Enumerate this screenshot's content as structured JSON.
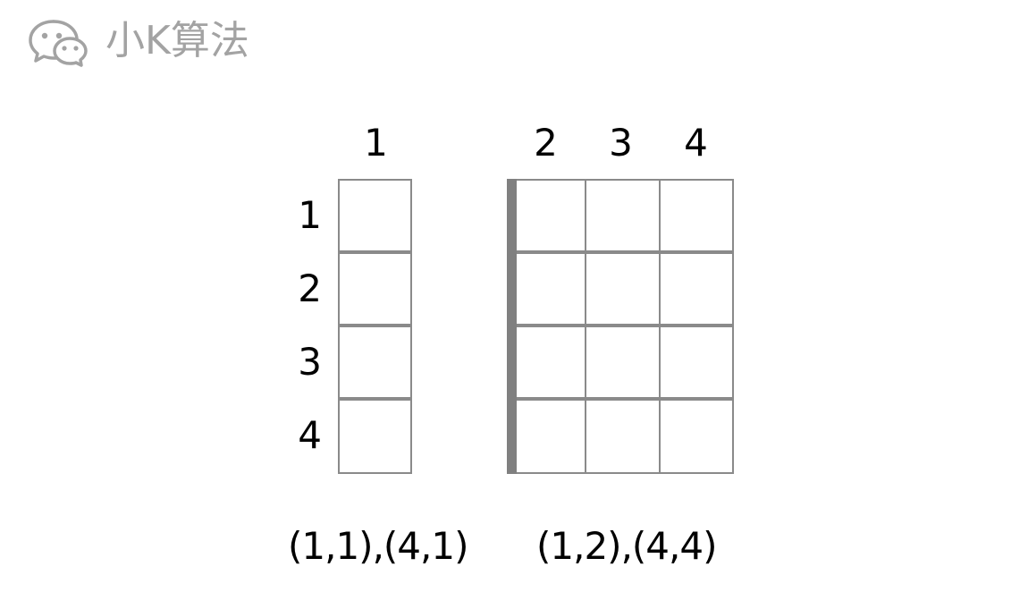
{
  "logo": {
    "icon": "wechat-icon",
    "text": "小K算法",
    "color": "#a3a3a3"
  },
  "left_block": {
    "column_labels": [
      "1"
    ],
    "row_labels": [
      "1",
      "2",
      "3",
      "4"
    ],
    "caption": "(1,1),(4,1)"
  },
  "right_block": {
    "column_labels": [
      "2",
      "3",
      "4"
    ],
    "caption": "(1,2),(4,4)"
  },
  "colors": {
    "cell_border": "#8a8a8a",
    "divider": "#808080",
    "text": "#000000"
  }
}
